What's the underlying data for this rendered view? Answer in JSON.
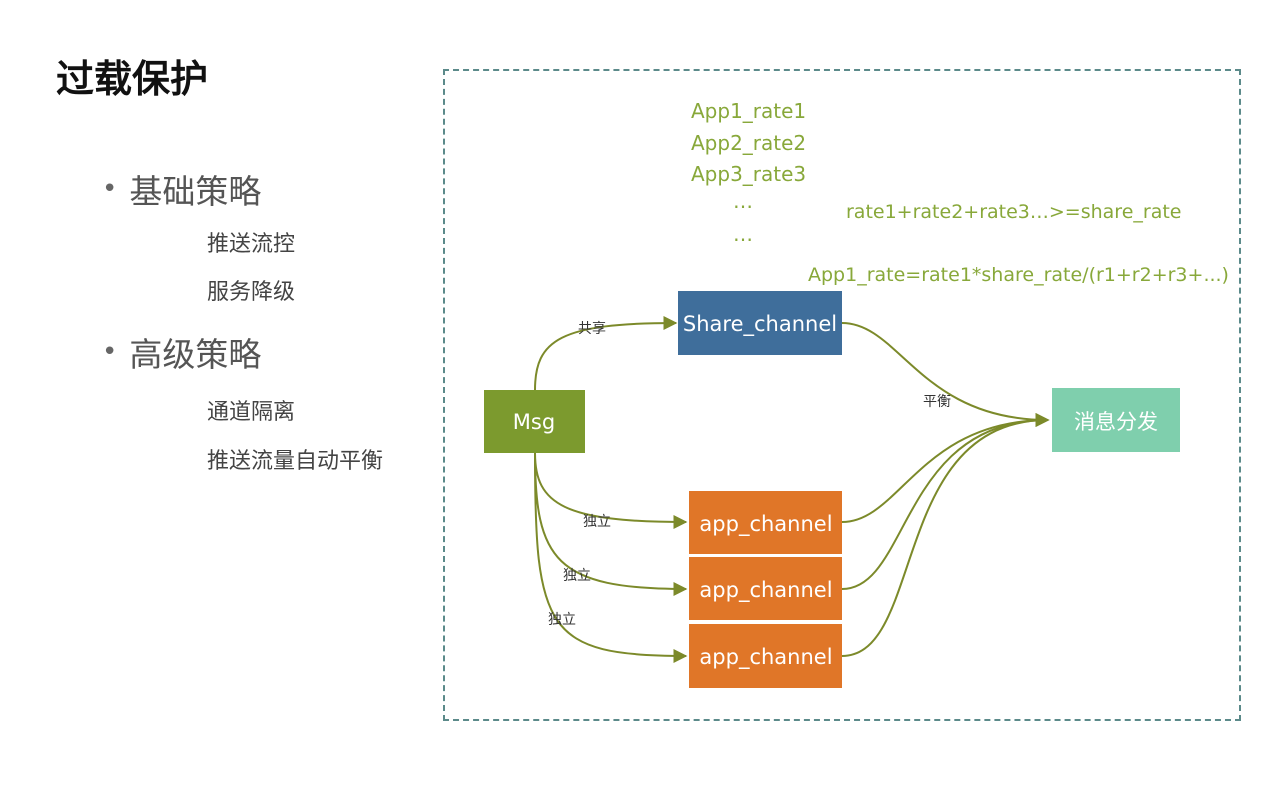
{
  "title": "过载保护",
  "outline": {
    "sections": [
      {
        "heading": "基础策略",
        "items": [
          "推送流控",
          "服务降级"
        ]
      },
      {
        "heading": "高级策略",
        "items": [
          "通道隔离",
          "推送流量自动平衡"
        ]
      }
    ]
  },
  "diagram": {
    "rates": [
      "App1_rate1",
      "App2_rate2",
      "App3_rate3",
      "…",
      "…"
    ],
    "formula1": "rate1+rate2+rate3…>=share_rate",
    "formula2": "App1_rate=rate1*share_rate/(r1+r2+r3+...)",
    "msg": "Msg",
    "share_channel": "Share_channel",
    "dispatch": "消息分发",
    "app_channels": [
      "app_channel",
      "app_channel",
      "app_channel"
    ],
    "edge_labels": {
      "share": "共享",
      "balance": "平衡",
      "independent": [
        "独立",
        "独立",
        "独立"
      ]
    },
    "colors": {
      "msg": "#7c9a2e",
      "share": "#3f6e9b",
      "app": "#e07628",
      "dispatch": "#7fcfad",
      "arrow": "#7c8a2a",
      "rate_text": "#88a83a"
    }
  }
}
